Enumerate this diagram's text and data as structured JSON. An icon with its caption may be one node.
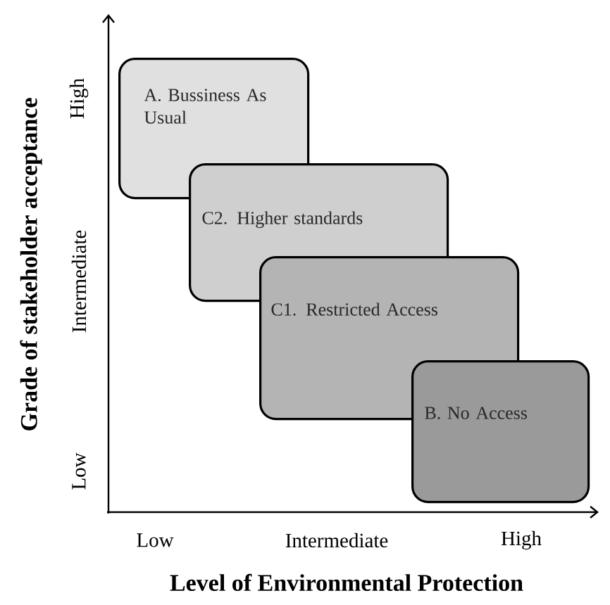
{
  "diagram": {
    "nodes": [
      {
        "text": [
          "A. Bussiness As Usual"
        ]
      },
      {
        "text": [
          "C2. Higher standards"
        ]
      },
      {
        "text": [
          "C1. Restricted Access"
        ]
      },
      {
        "text": [
          "B. No Access"
        ]
      }
    ],
    "labels": [
      "Grade of stakeholder acceptance",
      "High",
      "Intermediate",
      "Low",
      "Low",
      "Intermediate",
      "High",
      "Level of Environmental Protection"
    ]
  }
}
